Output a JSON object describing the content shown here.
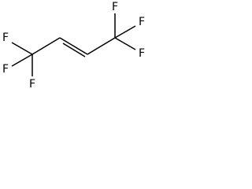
{
  "molecule": {
    "atoms": [
      {
        "id": "F1",
        "label": "F"
      },
      {
        "id": "F2",
        "label": "F"
      },
      {
        "id": "F3",
        "label": "F"
      },
      {
        "id": "F4",
        "label": "F"
      },
      {
        "id": "F5",
        "label": "F"
      },
      {
        "id": "F6",
        "label": "F"
      }
    ],
    "bond_color": "#000000",
    "label_color": "#000000"
  }
}
